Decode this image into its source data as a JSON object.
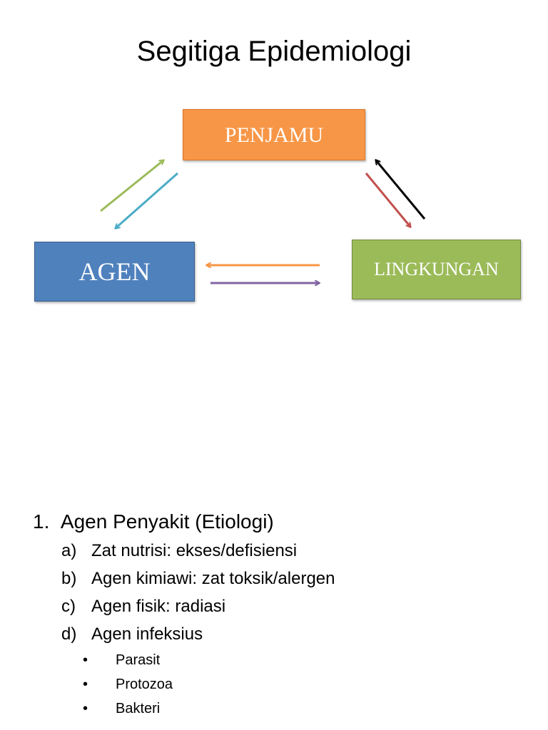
{
  "title": "Segitiga Epidemiologi",
  "diagram": {
    "nodes": {
      "penjamu": {
        "label": "PENJAMU",
        "color": "#f79646"
      },
      "agen": {
        "label": "AGEN",
        "color": "#4f81bd"
      },
      "lingkungan": {
        "label": "LINGKUNGAN",
        "color": "#9bbb59"
      }
    },
    "arrows": [
      {
        "from": "agen",
        "to": "penjamu",
        "color": "#9bbb59"
      },
      {
        "from": "penjamu",
        "to": "agen",
        "color": "#4bacc6"
      },
      {
        "from": "penjamu",
        "to": "lingkungan",
        "color": "#c0504d"
      },
      {
        "from": "lingkungan",
        "to": "penjamu",
        "color": "#000000"
      },
      {
        "from": "lingkungan",
        "to": "agen",
        "color": "#f79646"
      },
      {
        "from": "agen",
        "to": "lingkungan",
        "color": "#8064a2"
      }
    ]
  },
  "list": {
    "marker": "1.",
    "heading": "Agen Penyakit (Etiologi)",
    "items": [
      {
        "marker": "a)",
        "text": "Zat nutrisi: ekses/defisiensi"
      },
      {
        "marker": "b)",
        "text": "Agen kimiawi: zat toksik/alergen"
      },
      {
        "marker": "c)",
        "text": "Agen fisik: radiasi"
      },
      {
        "marker": "d)",
        "text": "Agen infeksius"
      }
    ],
    "bullet": "•",
    "subitems": [
      "Parasit",
      "Protozoa",
      "Bakteri"
    ]
  }
}
